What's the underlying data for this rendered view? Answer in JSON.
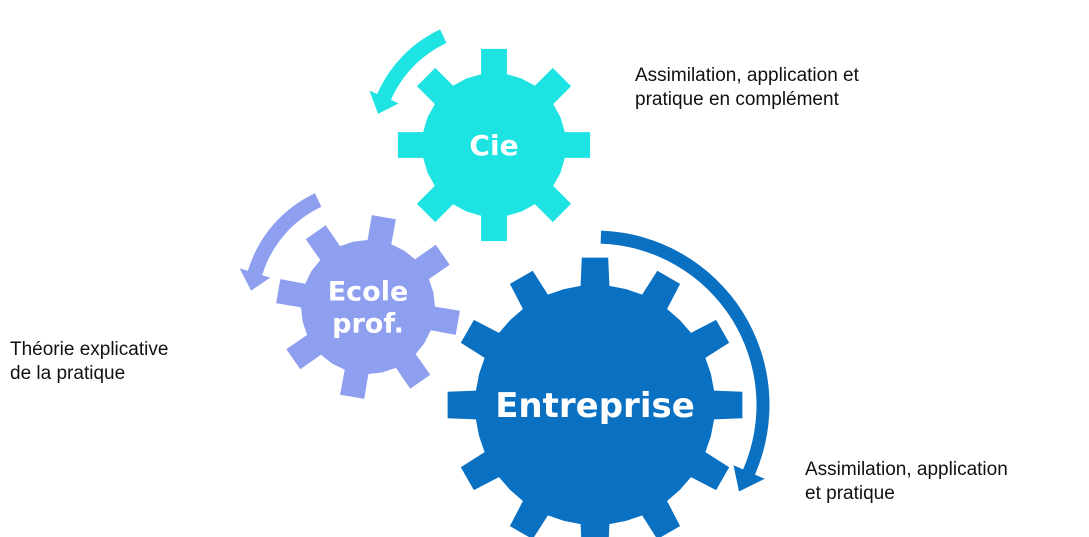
{
  "gears": [
    {
      "id": "cie",
      "label_lines": [
        "Cie"
      ],
      "color": "#1ee3e3"
    },
    {
      "id": "ecole",
      "label_lines": [
        "Ecole",
        "prof."
      ],
      "color": "#8f9ff0"
    },
    {
      "id": "entreprise",
      "label_lines": [
        "Entreprise"
      ],
      "color": "#0a70c2"
    }
  ],
  "captions": {
    "cie": [
      "Assimilation, application et",
      "pratique en complément"
    ],
    "ecole": [
      "Théorie explicative",
      "de la pratique"
    ],
    "entreprise": [
      "Assimilation, application",
      "et pratique"
    ]
  },
  "arrows": [
    {
      "for": "cie",
      "color": "#1ee3e3"
    },
    {
      "for": "ecole",
      "color": "#8f9ff0"
    },
    {
      "for": "entreprise",
      "color": "#0a70c2"
    }
  ]
}
